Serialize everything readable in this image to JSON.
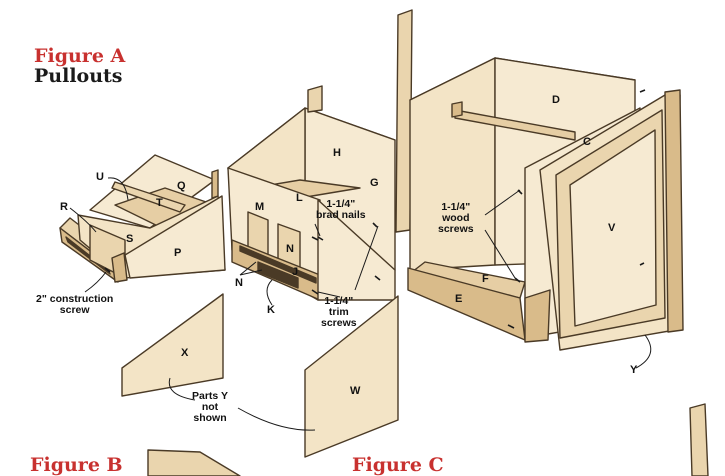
{
  "figure_a": {
    "label": "Figure A",
    "title": "Pullouts"
  },
  "figure_b": {
    "label": "Figure B"
  },
  "figure_c": {
    "label": "Figure C"
  },
  "parts": {
    "U": "U",
    "R": "R",
    "Q": "Q",
    "T": "T",
    "S": "S",
    "P": "P",
    "H": "H",
    "G": "G",
    "L": "L",
    "M": "M",
    "N1": "N",
    "N2": "N",
    "J": "J",
    "K": "K",
    "D": "D",
    "C": "C",
    "V": "V",
    "F": "F",
    "E": "E",
    "Y": "Y",
    "X": "X",
    "W": "W"
  },
  "callouts": {
    "construction_screw": [
      "2\" construction",
      "screw"
    ],
    "brad_nails": [
      "1-1/4\"",
      "brad nails"
    ],
    "trim_screws": [
      "1-1/4\"",
      "trim",
      "screws"
    ],
    "wood_screws": [
      "1-1/4\"",
      "wood",
      "screws"
    ],
    "parts_y_not_shown": [
      "Parts Y",
      "not",
      "shown"
    ]
  },
  "colors": {
    "wood_light": "#f6ead2",
    "wood_mid": "#ead5ae",
    "wood_dark": "#d9bb8a",
    "edge": "#4a3a26",
    "accent_red": "#c8312f"
  }
}
